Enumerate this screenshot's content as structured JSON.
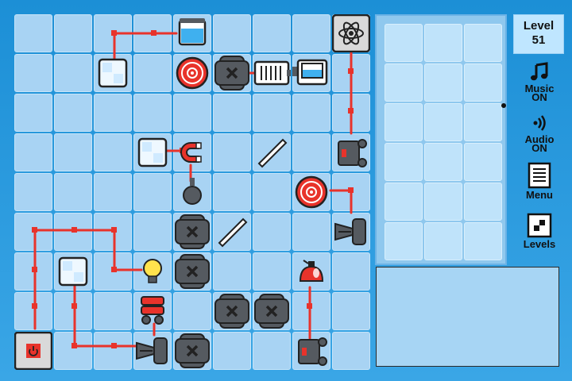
{
  "level": {
    "label": "Level",
    "number": "51"
  },
  "menu": {
    "music_label": "Music",
    "music_state": "ON",
    "audio_label": "Audio",
    "audio_state": "ON",
    "menu_label": "Menu",
    "levels_label": "Levels"
  },
  "colors": {
    "wire": "#e8332b",
    "tile": "#a8d3f3",
    "dark_part": "#555a60"
  },
  "board": {
    "rows": 9,
    "cols": 9,
    "pieces": [
      {
        "type": "water-tank",
        "row": 0,
        "col": 4
      },
      {
        "type": "atom-goal",
        "row": 0,
        "col": 8
      },
      {
        "type": "ice-block",
        "row": 1,
        "col": 2
      },
      {
        "type": "fan",
        "row": 1,
        "col": 4
      },
      {
        "type": "blocked-gear",
        "row": 1,
        "col": 5
      },
      {
        "type": "heater",
        "row": 1,
        "col": 6
      },
      {
        "type": "water-heater",
        "row": 1,
        "col": 7
      },
      {
        "type": "ice-block",
        "row": 3,
        "col": 3
      },
      {
        "type": "magnet",
        "row": 3,
        "col": 4
      },
      {
        "type": "mirror",
        "row": 3,
        "col": 6
      },
      {
        "type": "motor",
        "row": 3,
        "col": 8
      },
      {
        "type": "weight",
        "row": 4,
        "col": 4
      },
      {
        "type": "fan",
        "row": 4,
        "col": 7
      },
      {
        "type": "blocked-gear",
        "row": 5,
        "col": 4
      },
      {
        "type": "mirror",
        "row": 5,
        "col": 5
      },
      {
        "type": "laser",
        "row": 5,
        "col": 8
      },
      {
        "type": "ice-block",
        "row": 6,
        "col": 1
      },
      {
        "type": "light-bulb",
        "row": 6,
        "col": 3
      },
      {
        "type": "blocked-gear",
        "row": 6,
        "col": 4
      },
      {
        "type": "alarm-bell",
        "row": 6,
        "col": 7
      },
      {
        "type": "robot",
        "row": 7,
        "col": 3
      },
      {
        "type": "blocked-gear",
        "row": 7,
        "col": 5
      },
      {
        "type": "blocked-gear",
        "row": 7,
        "col": 6
      },
      {
        "type": "power-button",
        "row": 8,
        "col": 0
      },
      {
        "type": "laser",
        "row": 8,
        "col": 3
      },
      {
        "type": "blocked-gear",
        "row": 8,
        "col": 4
      },
      {
        "type": "motor",
        "row": 8,
        "col": 7
      }
    ]
  },
  "inventory": {
    "rows": 6,
    "cols": 3
  }
}
